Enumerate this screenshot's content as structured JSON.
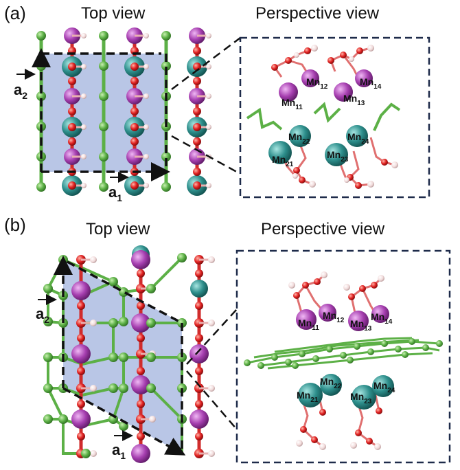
{
  "panel_a": {
    "tag": "(a)",
    "top_title": "Top view",
    "persp_title": "Perspective view",
    "vectors": {
      "a1": {
        "base": "a",
        "sub": "1"
      },
      "a2": {
        "base": "a",
        "sub": "2"
      }
    },
    "mn_labels": [
      {
        "base": "Mn",
        "sub": "11"
      },
      {
        "base": "Mn",
        "sub": "12"
      },
      {
        "base": "Mn",
        "sub": "13"
      },
      {
        "base": "Mn",
        "sub": "14"
      },
      {
        "base": "Mn",
        "sub": "21"
      },
      {
        "base": "Mn",
        "sub": "22"
      },
      {
        "base": "Mn",
        "sub": "23"
      },
      {
        "base": "Mn",
        "sub": "24"
      }
    ]
  },
  "panel_b": {
    "tag": "(b)",
    "top_title": "Top view",
    "persp_title": "Perspective view",
    "vectors": {
      "a1": {
        "base": "a",
        "sub": "1"
      },
      "a2": {
        "base": "a",
        "sub": "2"
      }
    },
    "mn_labels": [
      {
        "base": "Mn",
        "sub": "11"
      },
      {
        "base": "Mn",
        "sub": "12"
      },
      {
        "base": "Mn",
        "sub": "13"
      },
      {
        "base": "Mn",
        "sub": "14"
      },
      {
        "base": "Mn",
        "sub": "21"
      },
      {
        "base": "Mn",
        "sub": "22"
      },
      {
        "base": "Mn",
        "sub": "23"
      },
      {
        "base": "Mn",
        "sub": "24"
      }
    ]
  },
  "colors": {
    "carbon": "#5cb046",
    "mn_upper": "#a63fb0",
    "mn_lower": "#2e8f8c",
    "oxygen": "#e02020",
    "hydrogen": "#f2dcdc",
    "cell": "#b9c6e6",
    "box": "#1e2b4a"
  }
}
